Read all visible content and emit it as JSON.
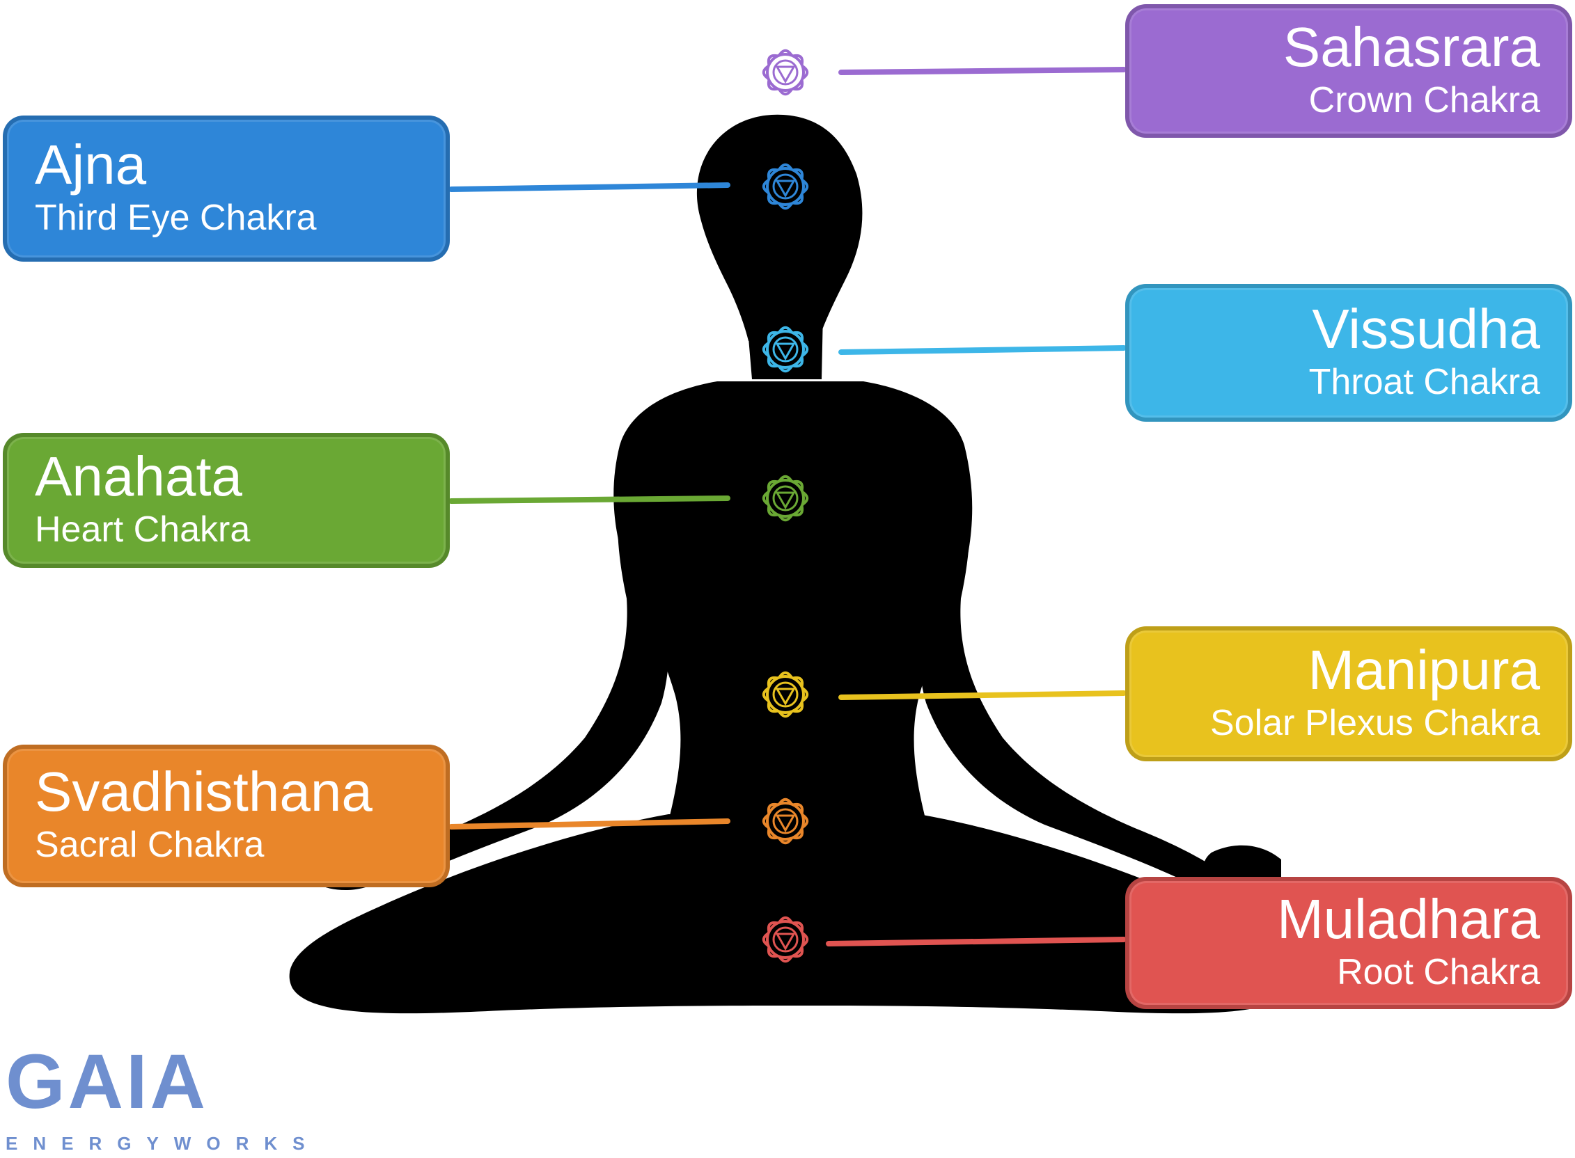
{
  "chakras": [
    {
      "name": "Sahasrara",
      "subtitle": "Crown Chakra",
      "color": "#9b6bd1",
      "side": "right"
    },
    {
      "name": "Ajna",
      "subtitle": "Third Eye Chakra",
      "color": "#2e86d8",
      "side": "left"
    },
    {
      "name": "Vissudha",
      "subtitle": "Throat Chakra",
      "color": "#3db6e8",
      "side": "right"
    },
    {
      "name": "Anahata",
      "subtitle": "Heart Chakra",
      "color": "#6aa834",
      "side": "left"
    },
    {
      "name": "Manipura",
      "subtitle": "Solar Plexus Chakra",
      "color": "#e8c21e",
      "side": "right"
    },
    {
      "name": "Svadhisthana",
      "subtitle": "Sacral Chakra",
      "color": "#e9862a",
      "side": "left"
    },
    {
      "name": "Muladhara",
      "subtitle": "Root Chakra",
      "color": "#e05451",
      "side": "right"
    }
  ],
  "logo": {
    "word": "GAIA",
    "subtitle": "ENERGYWORKS",
    "color": "#6f8fcf"
  }
}
